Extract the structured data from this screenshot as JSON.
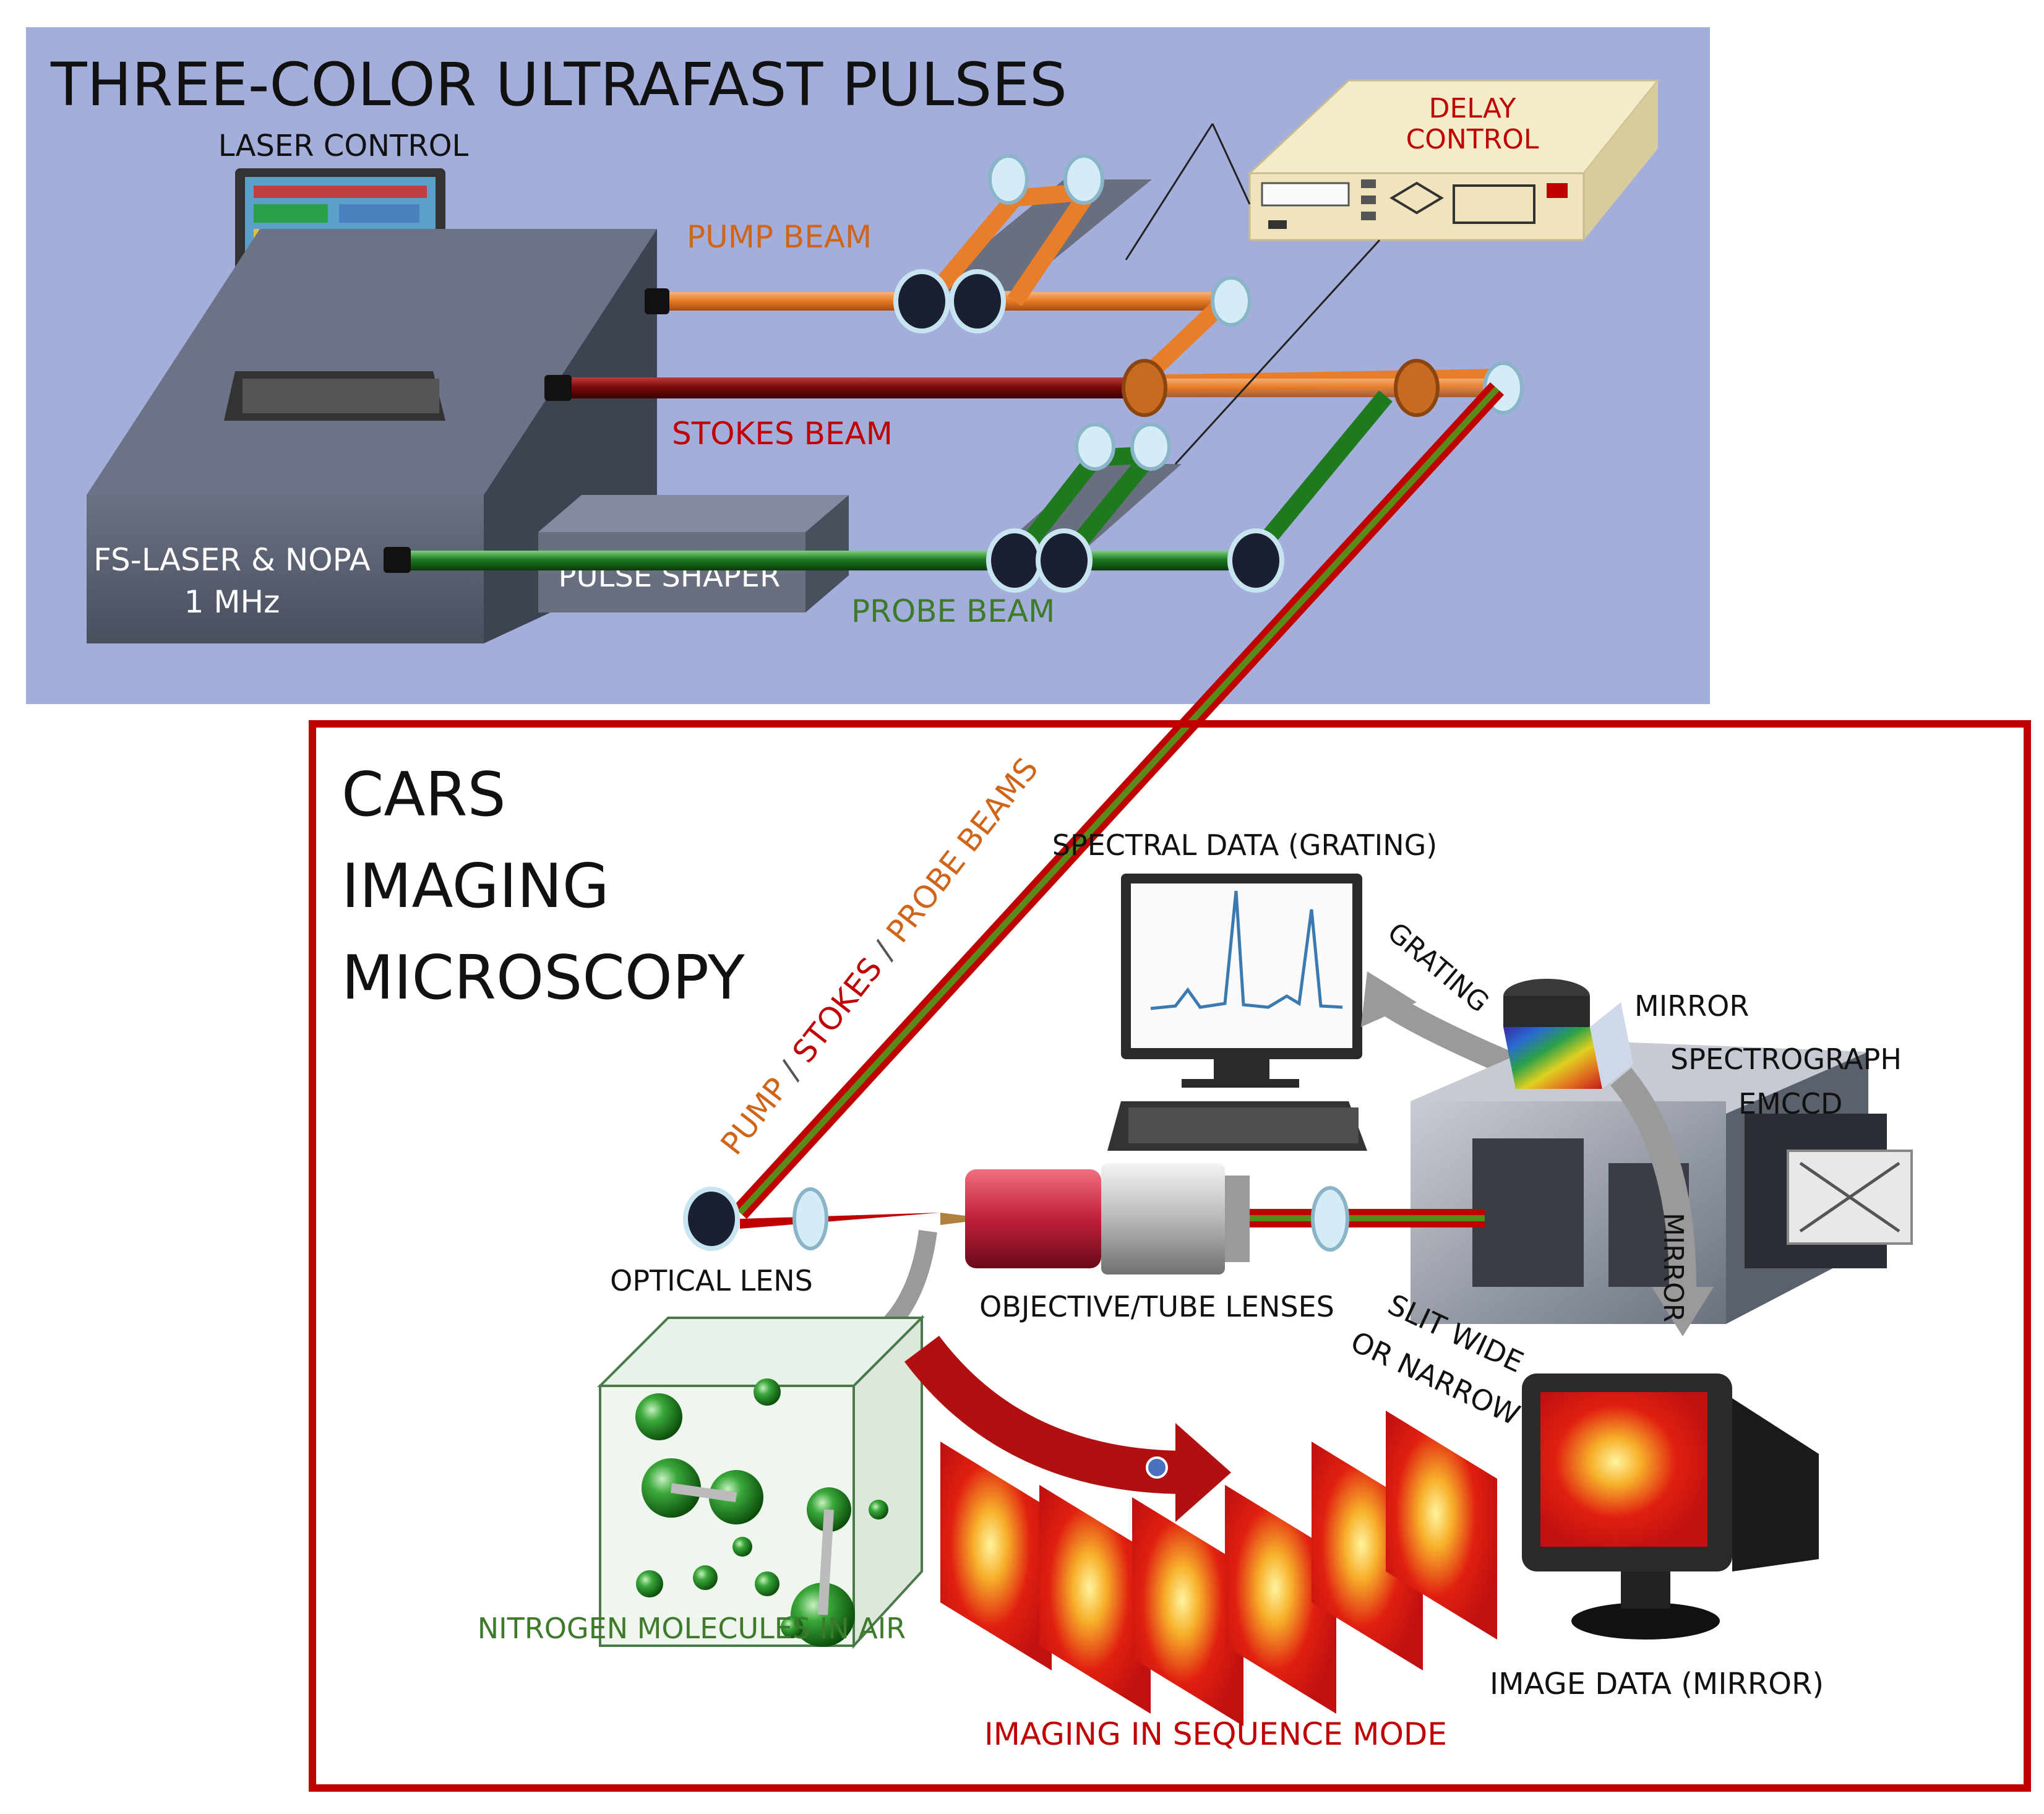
{
  "top_panel": {
    "title": "THREE-COLOR ULTRAFAST PULSES",
    "laser_control": "LASER CONTROL",
    "delay_control_line1": "DELAY",
    "delay_control_line2": "CONTROL",
    "pump_beam": "PUMP BEAM",
    "stokes_beam": "STOKES BEAM",
    "probe_beam": "PROBE BEAM",
    "laser_line1": "FS-LASER & NOPA",
    "laser_line2": "1 MHz",
    "pulse_shaper": "PULSE SHAPER",
    "background_color": "#a3aedb"
  },
  "bottom_panel": {
    "title_line1": "CARS",
    "title_line2": "IMAGING",
    "title_line3": "MICROSCOPY",
    "beams_label_pump": "PUMP",
    "beams_label_stokes": "STOKES",
    "beams_label_probe": "PROBE BEAMS",
    "beams_label_sep": " / ",
    "spectral_data": "SPECTRAL DATA (GRATING)",
    "grating": "GRATING",
    "mirror_top": "MIRROR",
    "spectrograph_line1": "SPECTROGRAPH",
    "spectrograph_line2": "EMCCD",
    "mirror_side": "MIRROR",
    "optical_lens": "OPTICAL LENS",
    "objective_lenses": "OBJECTIVE/TUBE LENSES",
    "slit_line1": "SLIT WIDE",
    "slit_line2": "OR NARROW",
    "nitrogen": "NITROGEN MOLECULES IN AIR",
    "imaging_sequence": "IMAGING IN SEQUENCE MODE",
    "image_data": "IMAGE DATA (MIRROR)",
    "border_color": "#c00000"
  },
  "colors": {
    "pump": "#e87d2a",
    "stokes": "#8b0a0a",
    "probe": "#1f7a1f",
    "label_pump": "#d0651a",
    "label_stokes": "#c00000",
    "label_probe": "#3d7a2a",
    "nitrogen_label": "#3d7a2a",
    "sequence_label": "#c00000"
  },
  "icons": [
    "monitor-icon",
    "keyboard-icon",
    "delay-controller-icon",
    "mirror-icon",
    "prism-icon",
    "objective-lens-icon",
    "spectrograph-icon",
    "crt-monitor-icon",
    "molecule-icon"
  ]
}
